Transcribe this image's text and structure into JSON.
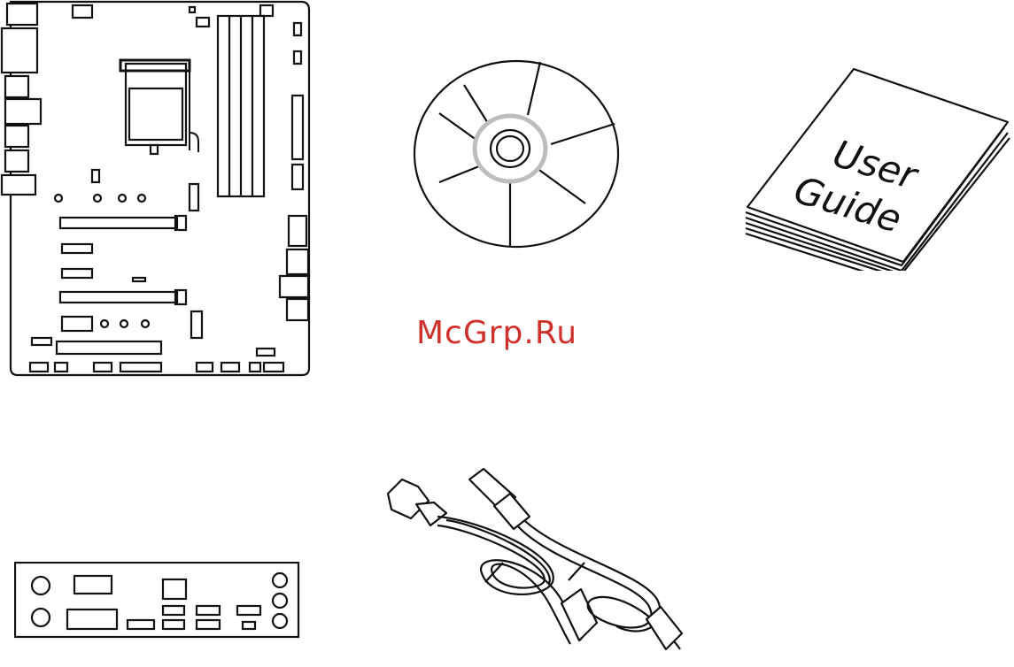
{
  "watermark": {
    "text": "McGrp.Ru",
    "color": "#d0312d"
  },
  "manual": {
    "line1": "User",
    "line2": "Guide"
  },
  "items": [
    {
      "id": "motherboard",
      "icon": "motherboard-icon"
    },
    {
      "id": "driver-disc",
      "icon": "disc-icon"
    },
    {
      "id": "user-guide",
      "icon": "booklet-icon"
    },
    {
      "id": "io-shield",
      "icon": "io-shield-icon"
    },
    {
      "id": "sata-cables",
      "icon": "sata-cable-icon"
    }
  ]
}
